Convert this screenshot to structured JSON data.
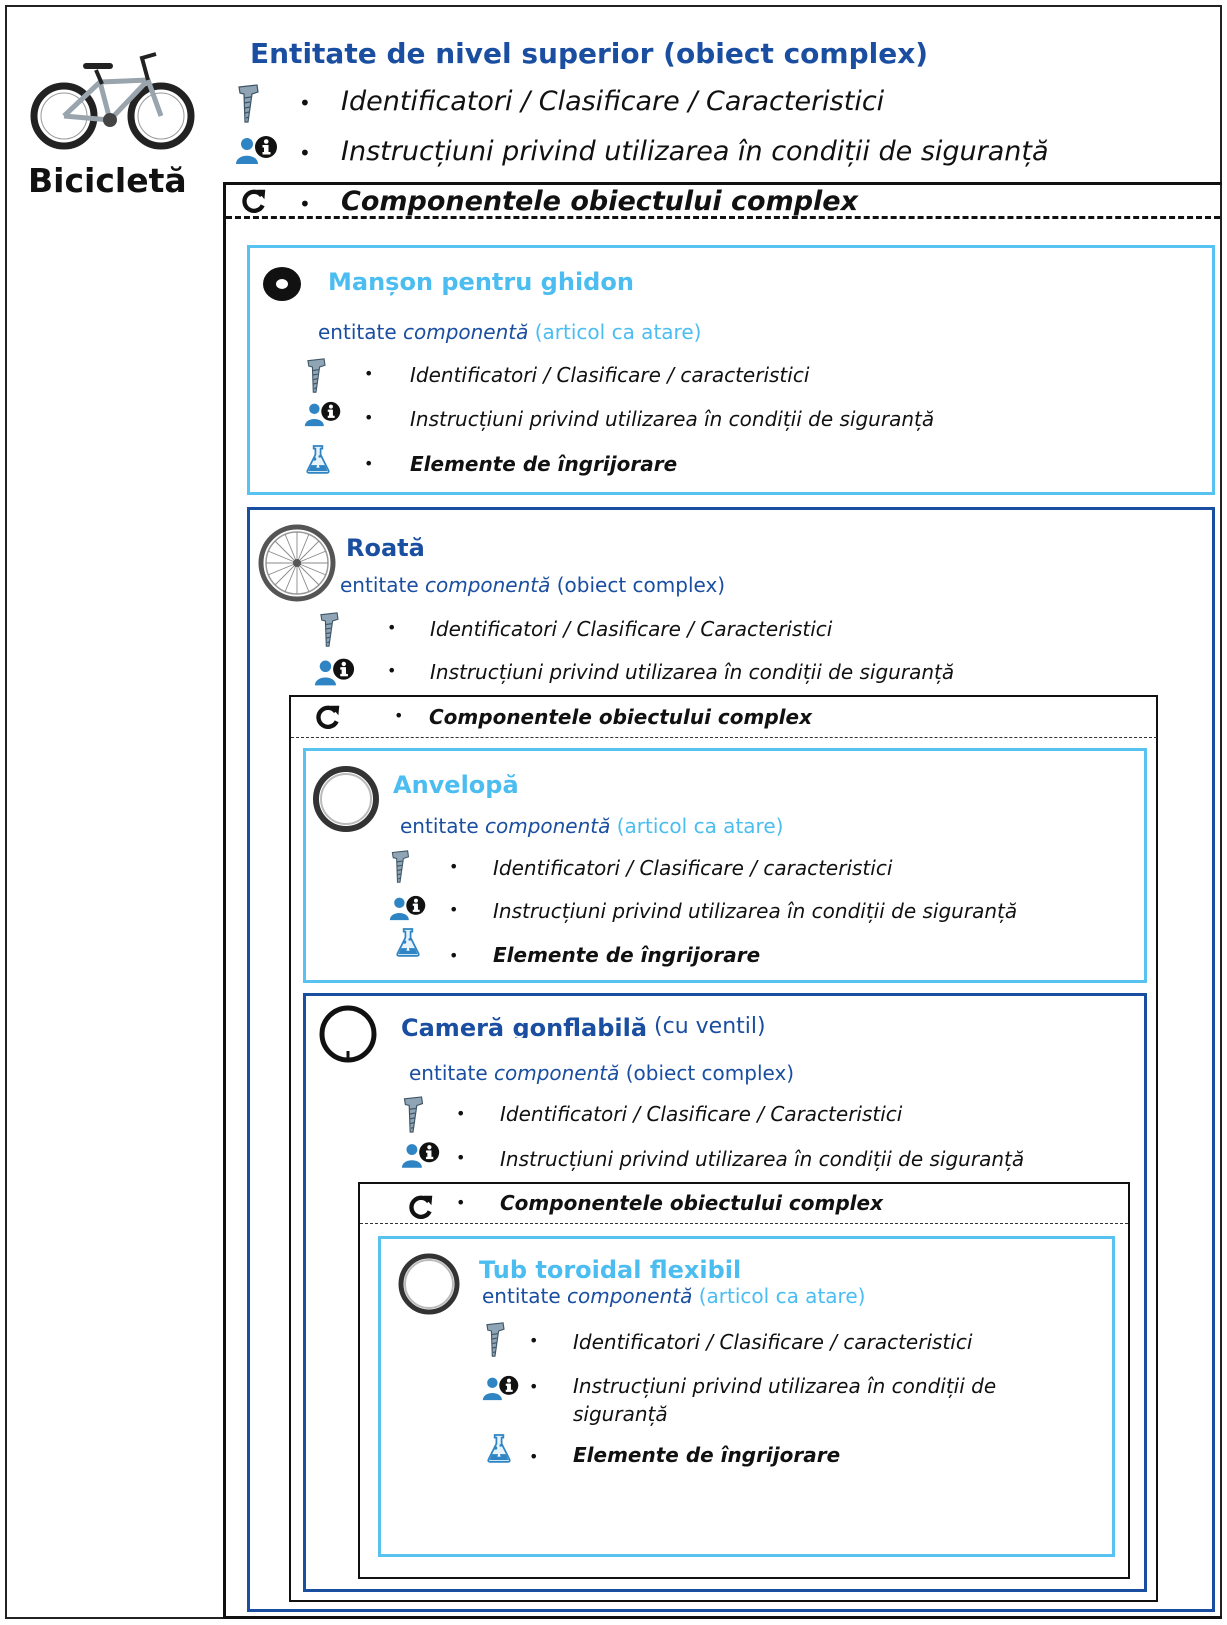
{
  "root": {
    "label": "Bicicletă",
    "title": "Entitate de nivel superior (obiect complex)",
    "items": [
      "Identificatori / Clasificare / Caracteristici",
      "Instrucțiuni privind utilizarea în condiții de siguranță",
      "Componentele obiectului complex"
    ]
  },
  "manson": {
    "title": "Manșon pentru ghidon",
    "sub_prefix": "entitate ",
    "sub_italic": "componentă",
    "sub_suffix": " (articol ca atare)",
    "items": [
      "Identificatori / Clasificare / caracteristici",
      "Instrucțiuni privind utilizarea în condiții de siguranță",
      "Elemente de îngrijorare"
    ]
  },
  "roata": {
    "title": "Roată",
    "sub_prefix": "entitate ",
    "sub_italic": "componentă",
    "sub_suffix": " (obiect complex)",
    "items": [
      "Identificatori / Clasificare / Caracteristici",
      "Instrucțiuni privind utilizarea în condiții de siguranță",
      "Componentele obiectului complex"
    ]
  },
  "anvelopa": {
    "title": "Anvelopă",
    "sub_prefix": "entitate ",
    "sub_italic": "componentă",
    "sub_suffix": " (articol ca atare)",
    "items": [
      "Identificatori / Clasificare / caracteristici",
      "Instrucțiuni privind utilizarea în condiții de siguranță",
      "Elemente de îngrijorare"
    ]
  },
  "camera": {
    "title": "Cameră gonflabilă",
    "title_suffix": " (cu ventil)",
    "sub_prefix": "entitate ",
    "sub_italic": "componentă",
    "sub_suffix": " (obiect complex)",
    "items": [
      "Identificatori / Clasificare / Caracteristici",
      "Instrucțiuni privind utilizarea în condiții de siguranță",
      "Componentele obiectului complex"
    ]
  },
  "tub": {
    "title": "Tub toroidal flexibil",
    "sub_prefix": "entitate ",
    "sub_italic": "componentă",
    "sub_suffix": " (articol ca atare)",
    "items": [
      "Identificatori / Clasificare / caracteristici",
      "Instrucțiuni privind utilizarea în condiții de",
      "siguranță",
      "Elemente de îngrijorare"
    ]
  },
  "bullet": "•",
  "icons": {
    "bolt": "screw-icon",
    "info": "person-info-icon",
    "cycle": "refresh-icon",
    "flask": "hazard-flask-icon",
    "bike": "bicycle-icon",
    "grip": "handlebar-grip-icon",
    "wheel": "wheel-icon",
    "tyre": "tyre-icon",
    "tube": "inner-tube-icon"
  },
  "colors": {
    "dark_blue": "#1a4ea0",
    "light_blue": "#4bbdf0",
    "icon_blue": "#2f84c4"
  }
}
